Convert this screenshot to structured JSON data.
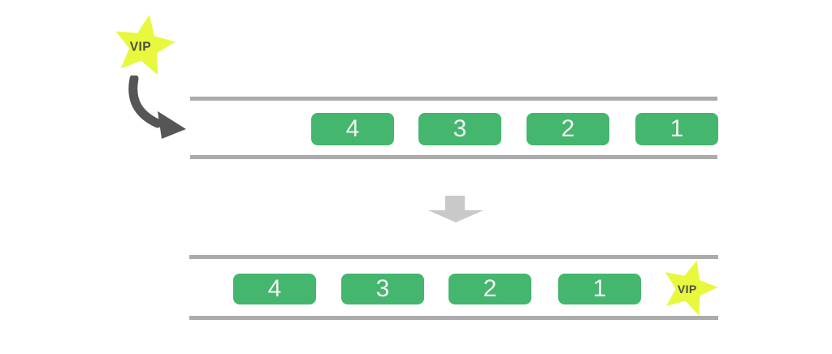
{
  "diagram": {
    "vip_label": "VIP",
    "queue_before": {
      "items": [
        "4",
        "3",
        "2",
        "1"
      ]
    },
    "queue_after": {
      "items": [
        "4",
        "3",
        "2",
        "1"
      ]
    }
  },
  "colors": {
    "box_green": "#44b66e",
    "box_text": "#f4f4f4",
    "rail_gray": "#ababab",
    "star_yellow": "#e7f83d",
    "vip_text": "#4d4d45",
    "enqueue_arrow": "#565656",
    "transition_arrow": "#c9c9c9"
  }
}
